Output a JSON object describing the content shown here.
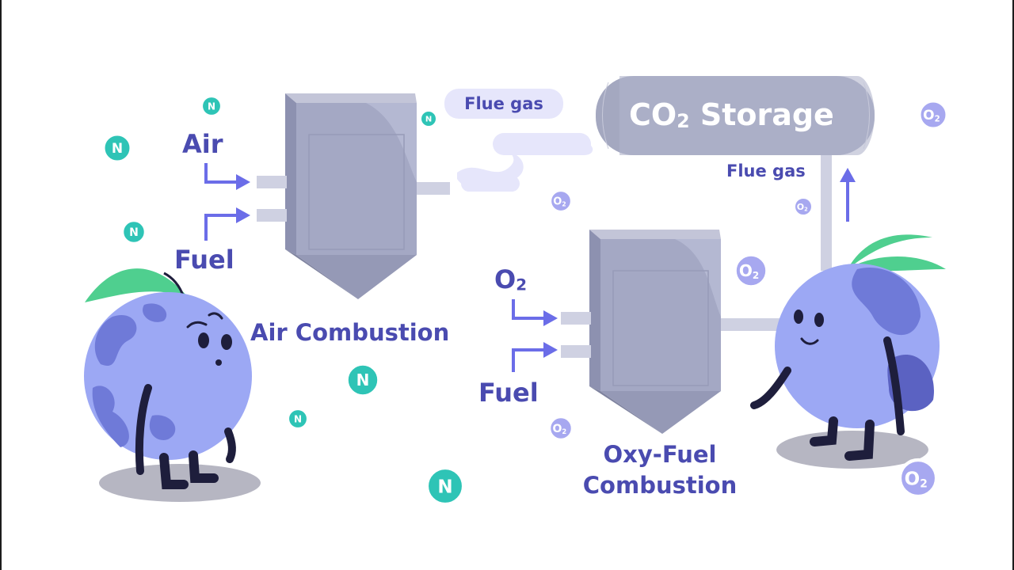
{
  "labels": {
    "air": "Air",
    "fuel_left": "Fuel",
    "air_combustion": "Air Combustion",
    "flue_gas_top": "Flue gas",
    "co2_storage_main": "CO",
    "co2_storage_sub": "2",
    "co2_storage_rest": " Storage",
    "flue_gas_right": "Flue gas",
    "o2_main": "O",
    "o2_sub": "2",
    "fuel_right": "Fuel",
    "oxy_fuel_line1": "Oxy-Fuel",
    "oxy_fuel_line2": "Combustion"
  },
  "molecules": {
    "nitrogen": "N",
    "oxygen": "O",
    "oxygen_sub": "2"
  },
  "colors": {
    "label_text": "#4a4bb0",
    "arrow": "#6b6de8",
    "furnace_body": "#a4a8c4",
    "furnace_dark": "#8d91b0",
    "storage_tank": "#a4a8c0",
    "nitrogen_badge": "#2ec4b6",
    "oxygen_badge": "#a7a8f0",
    "planet_light": "#9ca8f4",
    "planet_dark": "#6f7ad8",
    "leaf": "#4fcf8f",
    "outline": "#1e1e3c",
    "shadow": "#b6b6c2"
  }
}
